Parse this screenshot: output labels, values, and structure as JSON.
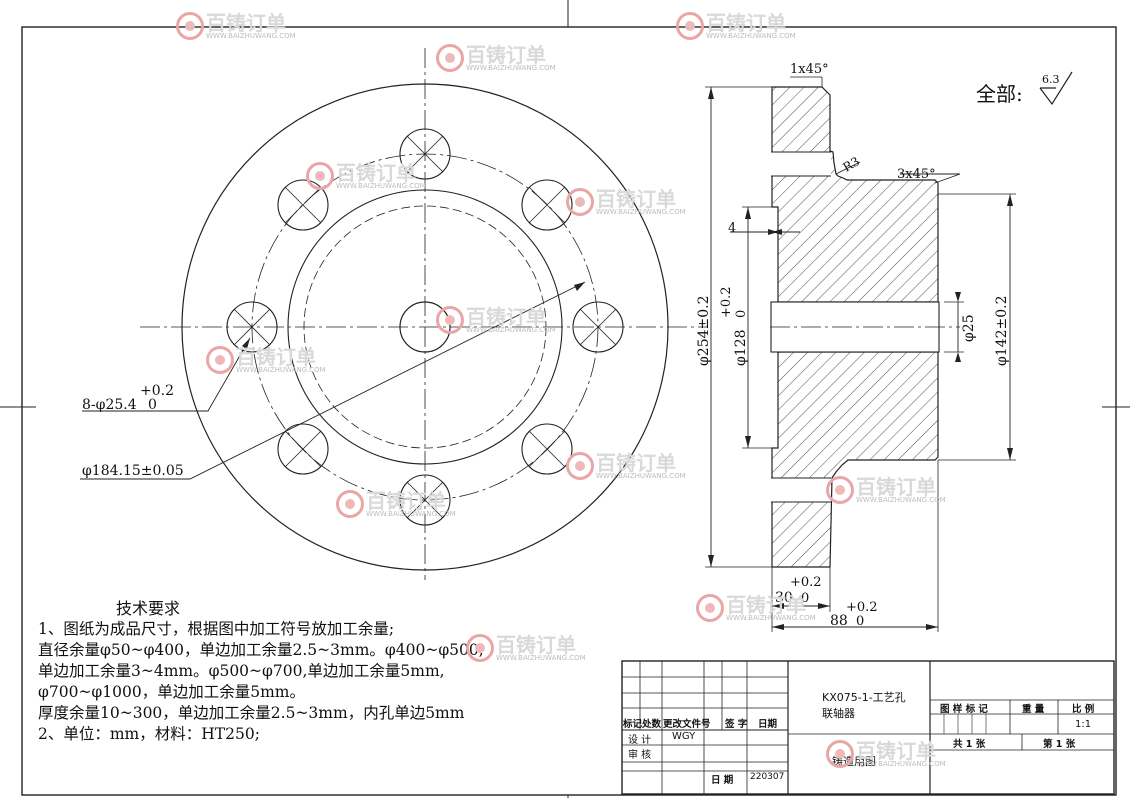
{
  "drawing": {
    "surface_finish": {
      "prefix": "全部:",
      "value": "6.3"
    },
    "front_view": {
      "hole_callout": {
        "label": "8-φ25.4",
        "tol_upper": "+0.2",
        "tol_lower": "0"
      },
      "pcd_callout": "φ184.15±0.05"
    },
    "section_view": {
      "chamfer_top": "1x45°",
      "chamfer_hub": "3x45°",
      "fillet": "R3",
      "dim_4": "4",
      "dia_254": "φ254±0.2",
      "dia_128": {
        "label": "φ128",
        "tol_upper": "+0.2",
        "tol_lower": "0"
      },
      "dia_25": "φ25",
      "dia_142": "φ142±0.2",
      "len_30": {
        "value": "30",
        "tol_upper": "+0.2",
        "tol_lower": "0"
      },
      "len_88": {
        "value": "88",
        "tol_upper": "+0.2",
        "tol_lower": "0"
      }
    }
  },
  "notes": {
    "title": "技术要求",
    "lines": [
      "1、图纸为成品尺寸，根据图中加工符号放加工余量;",
      "直径余量φ50~φ400，单边加工余量2.5~3mm。φ400~φ500,",
      "单边加工余量3~4mm。φ500~φ700,单边加工余量5mm,",
      "φ700~φ1000，单边加工余量5mm。",
      "厚度余量10~300，单边加工余量2.5~3mm，内孔单边5mm",
      "2、单位：mm，材料：HT250;"
    ]
  },
  "title_block": {
    "revision_headers": [
      "标记",
      "处数",
      "更改文件号",
      "签 字",
      "日期"
    ],
    "design_label": "设 计",
    "designer": "WGY",
    "check_label": "审 核",
    "date_label": "日 期",
    "date_value": "220307",
    "part_code": "KX075-1-工艺孔",
    "part_name": "联轴器",
    "drawing_type": "铸造用图",
    "col_headers": [
      "图 样 标 记",
      "重 量",
      "比 例"
    ],
    "scale": "1:1",
    "sheet_total": "共 1 张",
    "sheet_no": "第 1 张"
  },
  "watermark": {
    "brand": "百铸订单",
    "url": "WWW.BAIZHUWANG.COM"
  }
}
